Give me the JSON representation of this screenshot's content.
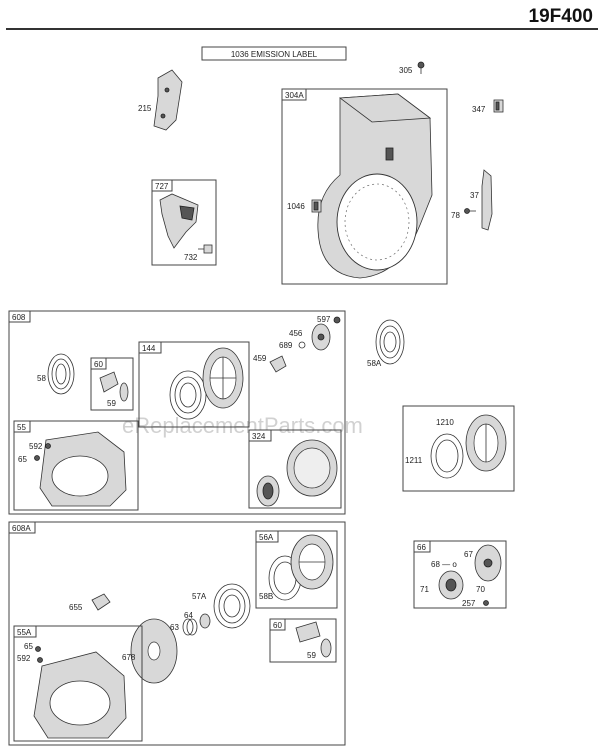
{
  "header": {
    "model": "19F400"
  },
  "emission_label": "1036 EMISSION LABEL",
  "watermark": "eReplacementParts.com",
  "groups": {
    "g304A": "304A",
    "g727": "727",
    "g608": "608",
    "g60a": "60",
    "g144": "144",
    "g55": "55",
    "g324": "324",
    "g1210box": "1210",
    "g608A": "608A",
    "g56A": "56A",
    "g55A": "55A",
    "g60b": "60",
    "g66": "66"
  },
  "labels": {
    "p305": "305",
    "p215": "215",
    "p347": "347",
    "p1046": "1046",
    "p37": "37",
    "p78": "78",
    "p732": "732",
    "p597": "597",
    "p456": "456",
    "p689": "689",
    "p459": "459",
    "p58": "58",
    "p59a": "59",
    "p592a": "592",
    "p65a": "65",
    "p58A": "58A",
    "p1210": "1210",
    "p1211": "1211",
    "p655": "655",
    "p57A": "57A",
    "p58B": "58B",
    "p64": "64",
    "p63": "63",
    "p678": "678",
    "p65b": "65",
    "p592b": "592",
    "p59b": "59",
    "p68": "68 — o",
    "p67": "67",
    "p71": "71",
    "p70": "70",
    "p257": "257"
  }
}
